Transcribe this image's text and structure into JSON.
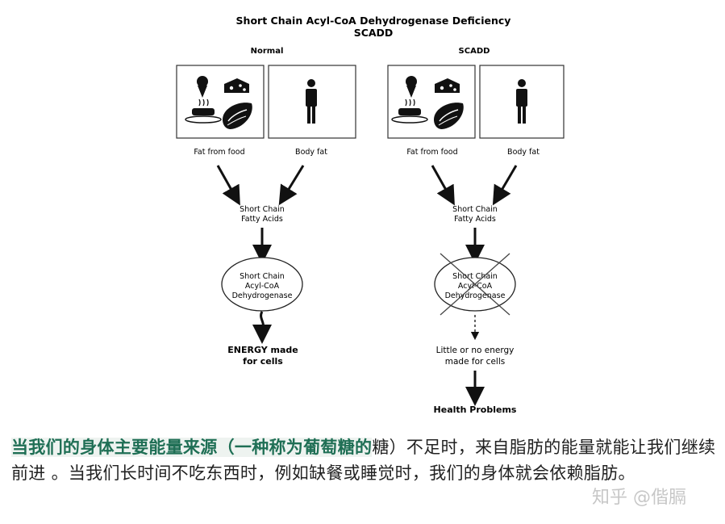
{
  "diagram": {
    "title": "Short Chain Acyl-CoA Dehydrogenase Deficiency",
    "subtitle": "SCADD",
    "normal": {
      "heading": "Normal",
      "fat_food": "Fat from food",
      "body_fat": "Body fat",
      "acids_line1": "Short Chain",
      "acids_line2": "Fatty Acids",
      "enzyme_line1": "Short Chain",
      "enzyme_line2": "Acyl-CoA",
      "enzyme_line3": "Dehydrogenase",
      "result_line1": "ENERGY made",
      "result_line2": "for cells"
    },
    "scadd": {
      "heading": "SCADD",
      "fat_food": "Fat from food",
      "body_fat": "Body fat",
      "acids_line1": "Short Chain",
      "acids_line2": "Fatty Acids",
      "enzyme_line1": "Short Chain",
      "enzyme_line2": "Acyl-CoA",
      "enzyme_line3": "Dehydrogenase",
      "result_line1": "Little or no energy",
      "result_line2": "made for cells",
      "problems": "Health Problems"
    }
  },
  "caption": {
    "highlight": "当我们的身体主要能量来源（一种称为葡萄糖的",
    "rest": "糖）不足时，来自脂肪的能量就能让我们继续前进 。当我们长时间不吃东西时，例如缺餐或睡觉时，我们的身体就会依赖脂肪。"
  },
  "watermark": "知乎 @偕膈"
}
